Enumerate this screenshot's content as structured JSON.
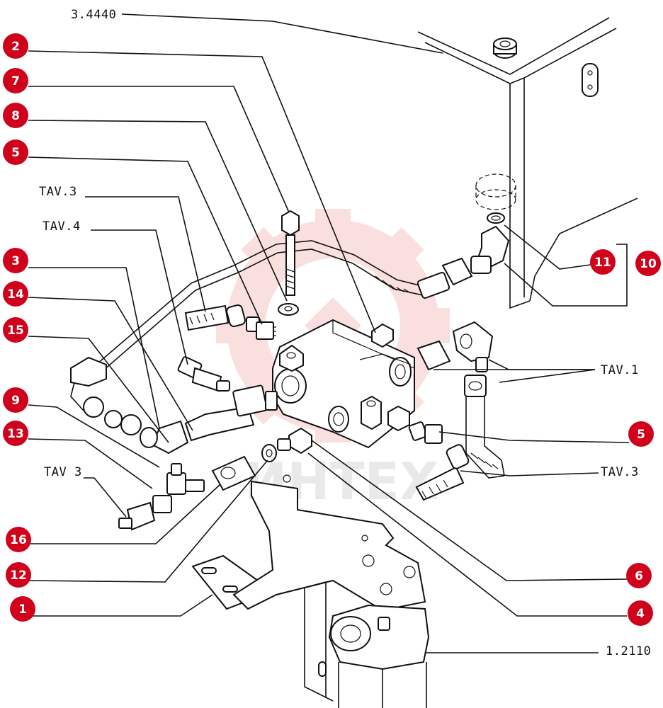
{
  "diagram": {
    "callouts": [
      "2",
      "7",
      "8",
      "5",
      "3",
      "14",
      "15",
      "9",
      "13",
      "16",
      "12",
      "1",
      "11",
      "10",
      "5",
      "6",
      "4"
    ],
    "references": [
      "3.4440",
      "TAV.3",
      "TAV.4",
      "TAV 3",
      "TAV.1",
      "TAV.3",
      "1.2110"
    ],
    "watermark": "ИНТЕХ"
  },
  "colors": {
    "callout": "#d0021b",
    "watermark": "#f2b8b8",
    "line": "#111111"
  }
}
